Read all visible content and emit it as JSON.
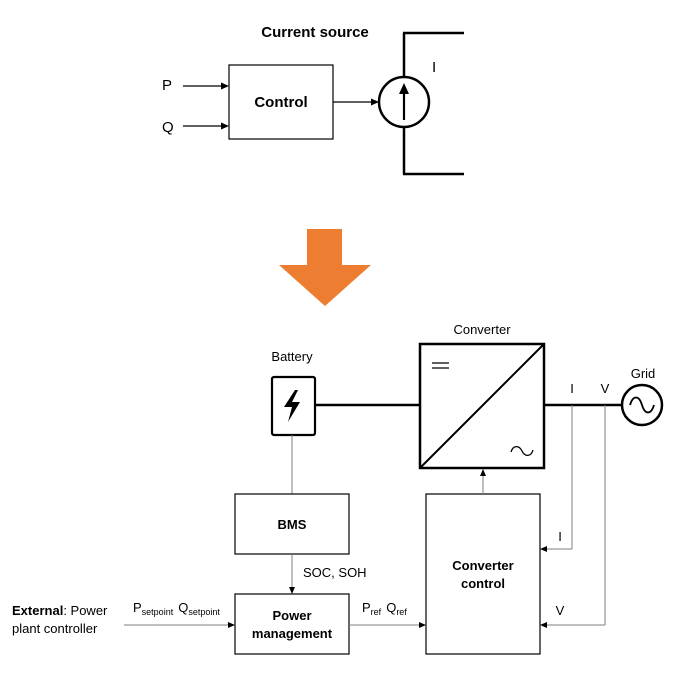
{
  "top": {
    "title": "Current source",
    "input_p": "P",
    "input_q": "Q",
    "control": "Control",
    "current": "I"
  },
  "transition_arrow_color": "#ED7D31",
  "bottom": {
    "battery": "Battery",
    "converter": "Converter",
    "grid": "Grid",
    "bms": "BMS",
    "soc_soh": "SOC, SOH",
    "power_management_line1": "Power",
    "power_management_line2": "management",
    "converter_control_line1": "Converter",
    "converter_control_line2": "control",
    "external_bold": "External",
    "external_rest": ": Power",
    "external_line2": "plant controller",
    "p_setpoint_main": "P",
    "p_setpoint_sub": "setpoint",
    "q_setpoint_main": "Q",
    "q_setpoint_sub": "setpoint",
    "p_ref_main": "P",
    "p_ref_sub": "ref",
    "q_ref_main": "Q",
    "q_ref_sub": "ref",
    "i_label_top": "I",
    "v_label_top": "V",
    "i_feedback": "I",
    "v_feedback": "V"
  }
}
